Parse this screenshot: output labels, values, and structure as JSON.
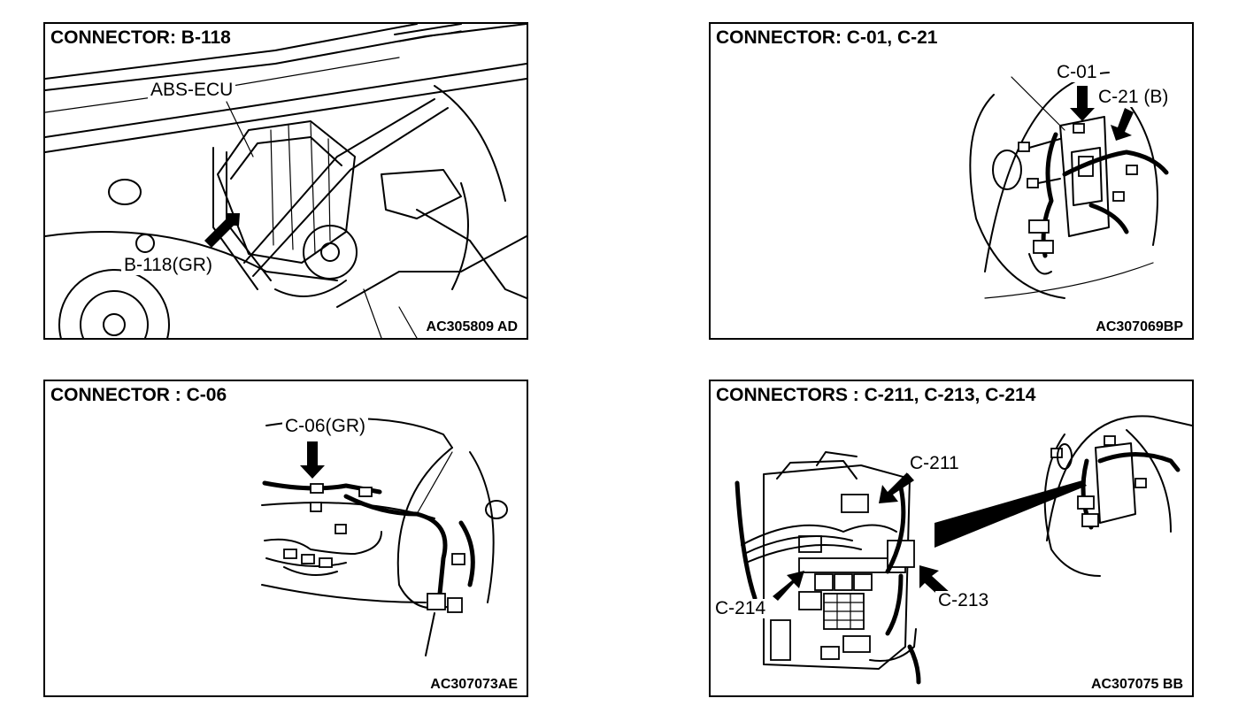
{
  "panels": [
    {
      "title": "CONNECTOR: B-118",
      "code": "AC305809 AD",
      "labels": [
        "ABS-ECU",
        "B-118(GR)"
      ]
    },
    {
      "title": "CONNECTOR: C-01, C-21",
      "code": "AC307069BP",
      "labels": [
        "C-01",
        "C-21 (B)"
      ]
    },
    {
      "title": "CONNECTOR : C-06",
      "code": "AC307073AE",
      "labels": [
        "C-06(GR)"
      ]
    },
    {
      "title": "CONNECTORS : C-211, C-213, C-214",
      "code": "AC307075 BB",
      "labels": [
        "C-211",
        "C-213",
        "C-214"
      ]
    }
  ],
  "colors": {
    "line": "#000000",
    "background": "#ffffff"
  }
}
